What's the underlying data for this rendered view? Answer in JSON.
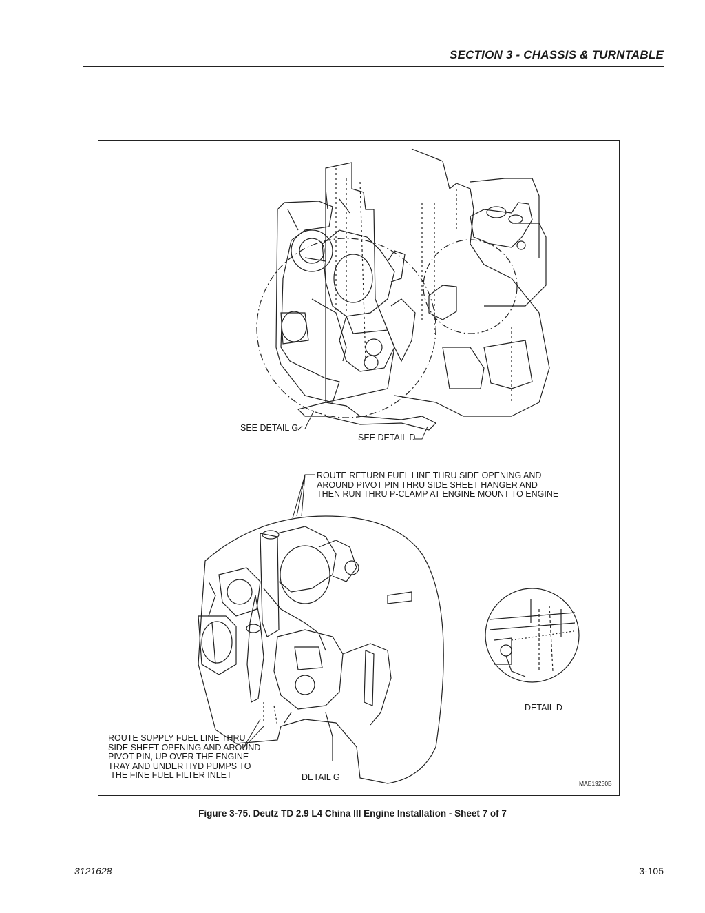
{
  "header": {
    "section_title": "SECTION 3 - CHASSIS & TURNTABLE"
  },
  "figure": {
    "callouts": {
      "see_detail_g": "SEE DETAIL G",
      "see_detail_d": "SEE DETAIL  D",
      "return_fuel_line": [
        "ROUTE RETURN FUEL LINE THRU SIDE OPENING AND",
        "AROUND  PIVOT PIN THRU SIDE SHEET HANGER AND",
        "THEN RUN THRU P-CLAMP AT ENGINE MOUNT TO ENGINE"
      ],
      "supply_fuel_line": [
        "ROUTE SUPPLY FUEL LINE THRU",
        "SIDE SHEET OPENING AND AROUND",
        "PIVOT PIN, UP OVER THE ENGINE",
        "TRAY AND UNDER HYD PUMPS TO",
        " THE FINE FUEL FILTER INLET"
      ],
      "detail_d": "DETAIL D",
      "detail_g": "DETAIL  G",
      "drawing_id": "MAE19230B"
    },
    "caption": "Figure 3-75.  Deutz TD 2.9 L4 China III Engine Installation - Sheet 7 of 7"
  },
  "footer": {
    "doc_number": "3121628",
    "page_number": "3-105"
  }
}
